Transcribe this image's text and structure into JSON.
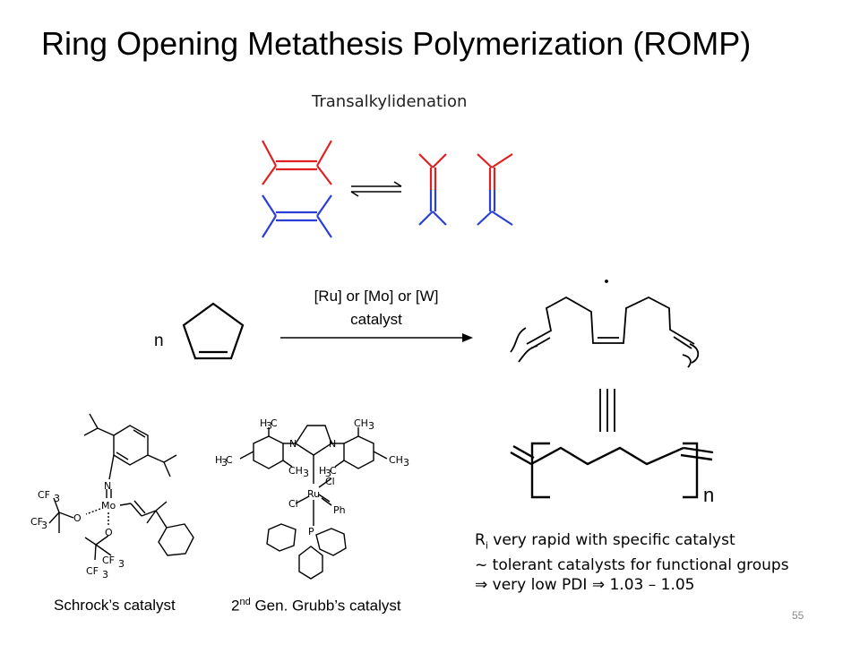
{
  "title": "Ring Opening Metathesis Polymerization (ROMP)",
  "scheme_title": "Transalkylidenation",
  "reaction": {
    "coefficient": "n",
    "catalyst_line1": "[Ru] or [Mo] or [W]",
    "catalyst_line2": "catalyst",
    "polymer_subscript": "n"
  },
  "catalysts": {
    "schrock": {
      "caption": "Schrock’s catalyst",
      "atoms": {
        "n": "N",
        "mo": "Mo",
        "o1": "O",
        "o2": "O",
        "cf3": "CF",
        "sub3": "3"
      }
    },
    "grubbs": {
      "caption_sup": "nd",
      "caption_pre": "2",
      "caption_rest": " Gen. Grubb’s catalyst",
      "atoms": {
        "ru": "Ru",
        "p": "P",
        "cl": "Cl",
        "ph": "Ph",
        "n": "N",
        "h3c": "H",
        "c": "C",
        "ch": "CH",
        "sub3": "3"
      }
    }
  },
  "notes": {
    "line1_pre": "R",
    "line1_sub": "i",
    "line1_post": " very rapid with specific catalyst",
    "line2_sym": "~",
    "line2_text": " tolerant catalysts for functional groups",
    "line3_sym": "⇒",
    "line3_mid": " very low PDI ",
    "line3_sym2": "⇒",
    "line3_bold": " 1.03 – 1.05"
  },
  "page_number": "55",
  "colors": {
    "red": "#e02020",
    "blue": "#2a3fd6",
    "text": "#000000",
    "muted": "#8a8a8a"
  }
}
